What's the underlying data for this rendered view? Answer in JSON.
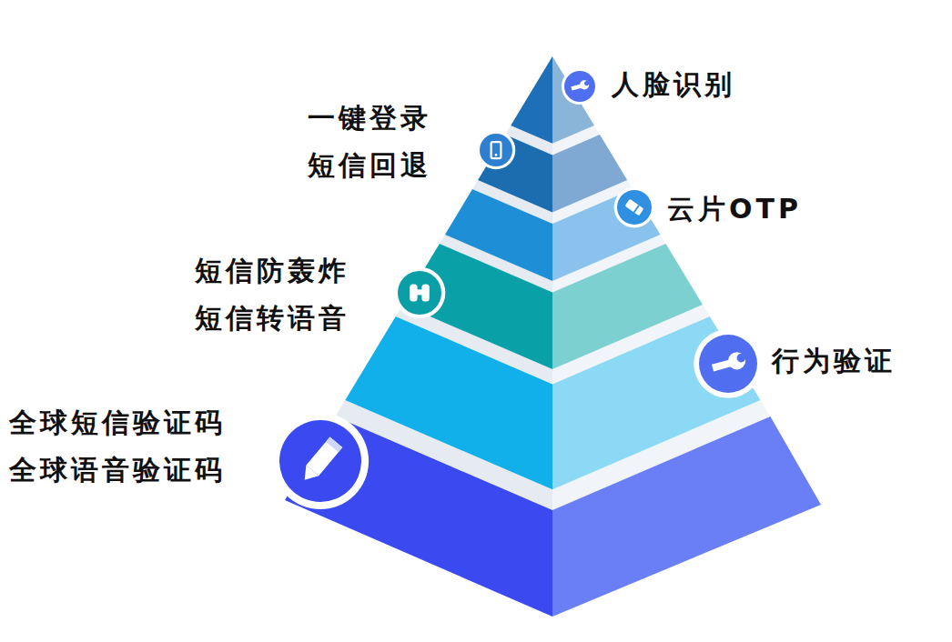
{
  "diagram": {
    "nodes": [
      {
        "text": [
          "人脸识别"
        ]
      },
      {
        "text": [
          "一键登录",
          "短信回退"
        ]
      },
      {
        "text": [
          "云片OTP"
        ]
      },
      {
        "text": [
          "短信防轰炸",
          "短信转语音"
        ]
      },
      {
        "text": [
          "行为验证"
        ]
      },
      {
        "text": [
          "全球短信验证码",
          "全球语音验证码"
        ]
      }
    ]
  }
}
